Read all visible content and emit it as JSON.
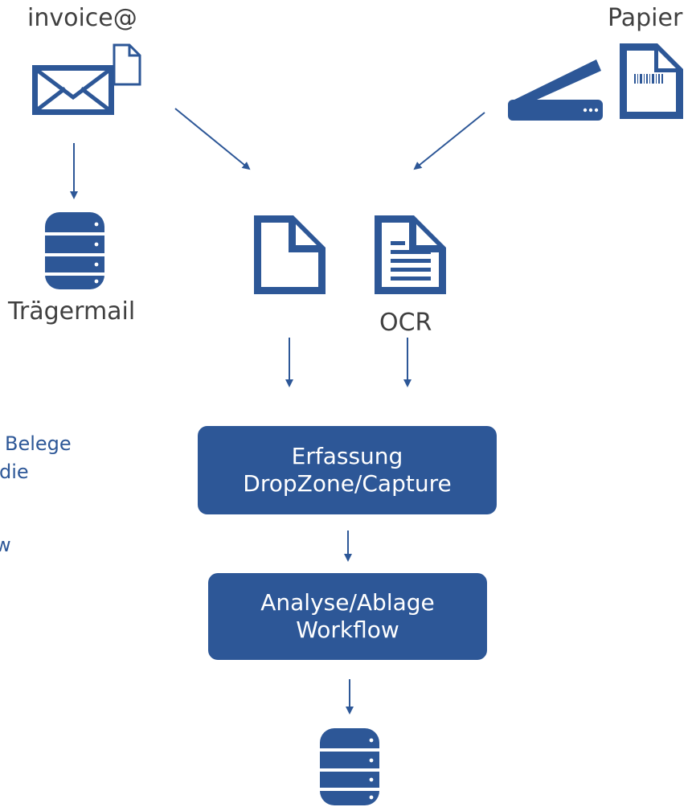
{
  "colors": {
    "brand_blue": "#2d5797",
    "text": "#404040",
    "background": "#ffffff"
  },
  "sources": {
    "email": {
      "label": "invoice@",
      "icon": "envelope-with-document-icon"
    },
    "paper": {
      "label": "Papier",
      "icon": "scanner-icon",
      "doc_icon": "barcode-document-icon"
    }
  },
  "mail_store": {
    "label": "Trägermail",
    "icon": "database-icon"
  },
  "documents": {
    "plain": {
      "icon": "document-icon"
    },
    "ocr": {
      "label": "OCR",
      "icon": "text-document-icon"
    }
  },
  "side_note": {
    "lines": [
      "Belege",
      "die",
      "w"
    ]
  },
  "steps": [
    {
      "line1": "Erfassung",
      "line2": "DropZone/Capture"
    },
    {
      "line1": "Analyse/Ablage",
      "line2": "Workflow"
    }
  ],
  "archive": {
    "icon": "database-icon"
  }
}
